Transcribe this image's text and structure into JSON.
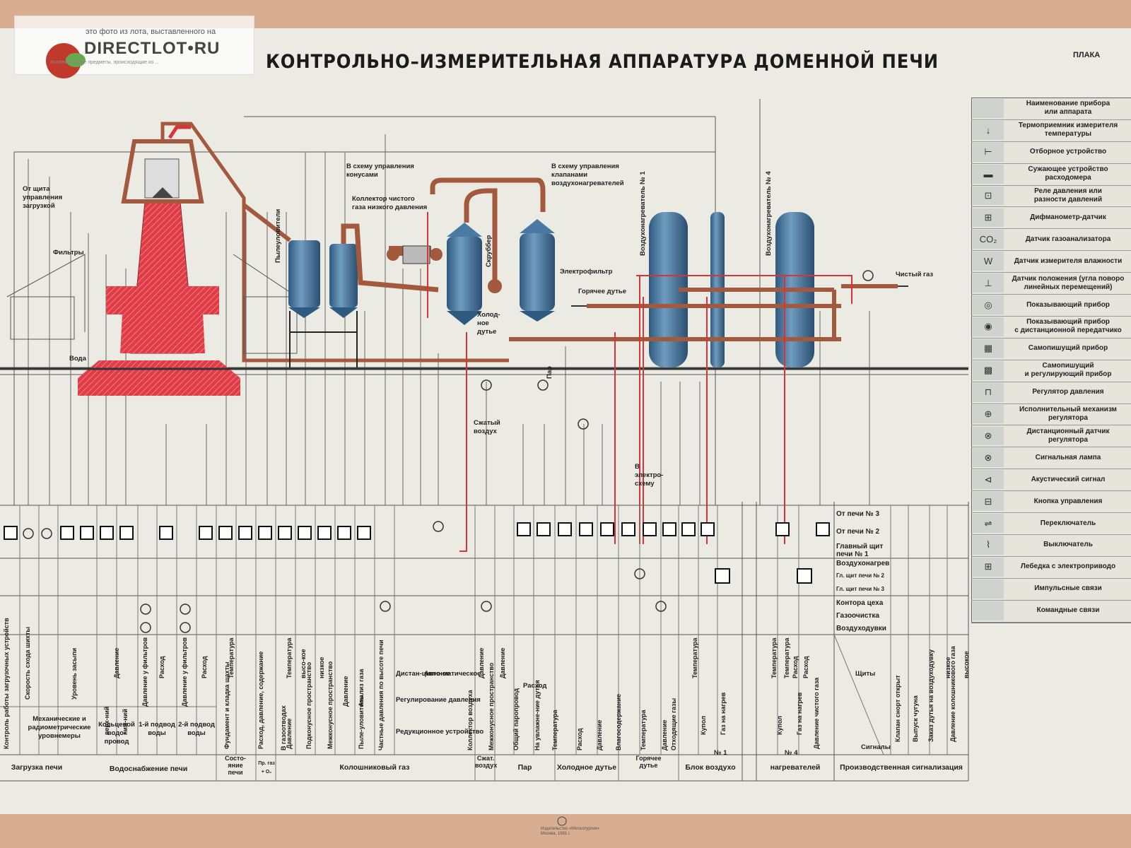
{
  "watermark": {
    "small_text": "это фото из лота, выставленного на",
    "brand": "DIRECTLOT•RU",
    "tagline": "Коллекционные предметы, происходящие из ...",
    "logo_icon": "squirrel-logo-icon"
  },
  "poster": {
    "title": "КОНТРОЛЬНО–ИЗМЕРИТЕЛЬНАЯ АППАРАТУРА ДОМЕННОЙ ПЕЧИ",
    "plakat": "ПЛАКА"
  },
  "diagram_labels": {
    "ot_shchita": "От щита\nуправления\nзагрузкой",
    "filtry": "Фильтры",
    "voda": "Вода",
    "pyleuloviteli": "Пылеуловители",
    "konusy": "В схему управления\nконусами",
    "kollektor": "Коллектор чистого\nгаза низкого давления",
    "skrubber": "Скруббер",
    "klapany": "В схему управления\nклапанами\nвоздухонагревателей",
    "elektrofiltr": "Электрофильтр",
    "goryachee_dutie": "Горячее дутье",
    "holodnoe_dutie": "Холод-\nное\nдутье",
    "par": "Пар",
    "szhatyi": "Сжатый\nвоздух",
    "vnagrevatel1": "Воздухонагреватель № 1",
    "vnagrevatel4": "Воздухонагреватель № 4",
    "chistyi_gaz": "Чистый газ",
    "elektroshemu": "В\nэлектро-\nсхему"
  },
  "signal_rows": [
    "От печи № 3",
    "От печи № 2",
    "Главный щит\nпечи № 1",
    "Воздухонагрев",
    "Гл. щит печи № 2",
    "Гл. щит печи № 3",
    "Контора цеха",
    "Газоочистка",
    "Воздуходувки"
  ],
  "columns": [
    "Контроль работы загрузочных устройств",
    "Скорость схода шихты",
    "Уровень засыпи",
    "Давление",
    "верх-ний",
    "ниж-ний",
    "Давление у фильтров",
    "Расход",
    "Давление у фильтров",
    "Расход",
    "Температура",
    "Фундамент и кладка шахты",
    "Расход, давление, содержание",
    "В газоотводах",
    "Температура",
    "высо-кое",
    "низкое",
    "Давление",
    "Подконусное пространство",
    "Межконусное пространство",
    "Давление",
    "Пыле-уловитель",
    "Анализ газа",
    "Частные давления по высоте печи",
    "Дистан-ционное",
    "Авто-матическое",
    "Регулирование давления",
    "Редукционное устройство",
    "Давление",
    "Коллектор воздуха",
    "Давление",
    "Межконусное пространство",
    "Расход",
    "Общий паропровод",
    "На увлажне-ние дутья",
    "Температура",
    "Расход",
    "Давление",
    "Влагосодержание",
    "Температура",
    "Давление",
    "Отходящие газы",
    "Температура",
    "Купол",
    "Газ на нагрев",
    "Температура",
    "Расход",
    "№ 1",
    "Температура",
    "Расход",
    "Купол",
    "Газ на нагрев",
    "Давление чистого газа",
    "№ 4",
    "Щиты",
    "Сигналы",
    "Клапан снорт открыт",
    "Выпуск чугуна",
    "Заказ дутья на воздуходувку",
    "Давление колошникового газа",
    "низкое",
    "высокое"
  ],
  "sub_labels": {
    "mech": "Механические и\nрадиометрические\nуровнемеры",
    "kolcevoi": "Кольцевой\nводо-\nпровод",
    "podvod1": "1-й подвод\nводы",
    "podvod2": "2-й подвод\nводы",
    "pr_gaz": "Пр. газ\n+ O₂"
  },
  "groups": [
    "Загрузка печи",
    "Водоснабжение печи",
    "Состо-\nяние\nпечи",
    "Колошниковый газ",
    "Сжат.\nвоздух",
    "Пар",
    "Холодное дутье",
    "Горячее\nдутье",
    "Блок воздухо",
    "нагревателей",
    "Производственная сигнализация"
  ],
  "legend": [
    {
      "text": "Наименование прибора\nили аппарата",
      "symbol": ""
    },
    {
      "text": "Термоприемник измерителя\nтемпературы",
      "symbol": "↓"
    },
    {
      "text": "Отборное устройство",
      "symbol": "⊢"
    },
    {
      "text": "Сужающее устройство\nрасходомера",
      "symbol": "▬"
    },
    {
      "text": "Реле давления или\nразности давлений",
      "symbol": "⊡"
    },
    {
      "text": "Дифманометр-датчик",
      "symbol": "⊞"
    },
    {
      "text": "Датчик газоанализатора",
      "symbol": "CO₂"
    },
    {
      "text": "Датчик измерителя влажности",
      "symbol": "W"
    },
    {
      "text": "Датчик положения (угла поворо\nлинейных перемещений)",
      "symbol": "⊥"
    },
    {
      "text": "Показывающий прибор",
      "symbol": "◎"
    },
    {
      "text": "Показывающий прибор\nс дистанционной передатчико",
      "symbol": "◉"
    },
    {
      "text": "Самопишущий прибор",
      "symbol": "▦"
    },
    {
      "text": "Самопишущий\nи регулирующий прибор",
      "symbol": "▩"
    },
    {
      "text": "Регулятор давления",
      "symbol": "⊓"
    },
    {
      "text": "Исполнительный механизм\nрегулятора",
      "symbol": "⊕"
    },
    {
      "text": "Дистанционный датчик\nрегулятора",
      "symbol": "⊗"
    },
    {
      "text": "Сигнальная лампа",
      "symbol": "⊗"
    },
    {
      "text": "Акустический сигнал",
      "symbol": "⊲"
    },
    {
      "text": "Кнопка управления",
      "symbol": "⊟"
    },
    {
      "text": "Переключатель",
      "symbol": "⇌"
    },
    {
      "text": "Выключатель",
      "symbol": "⌇"
    },
    {
      "text": "Лебедка с электроприводо",
      "symbol": "⊞"
    },
    {
      "text": "Импульсные связи",
      "symbol": "—"
    },
    {
      "text": "Командные связи",
      "symbol": "—"
    }
  ],
  "publisher": "Издательство «Металлургия»\nМосква, 1981 г.",
  "colors": {
    "red": "#d8333a",
    "brown": "#a2593e",
    "blue": "#3e6f96",
    "paper": "#ecebe3"
  }
}
